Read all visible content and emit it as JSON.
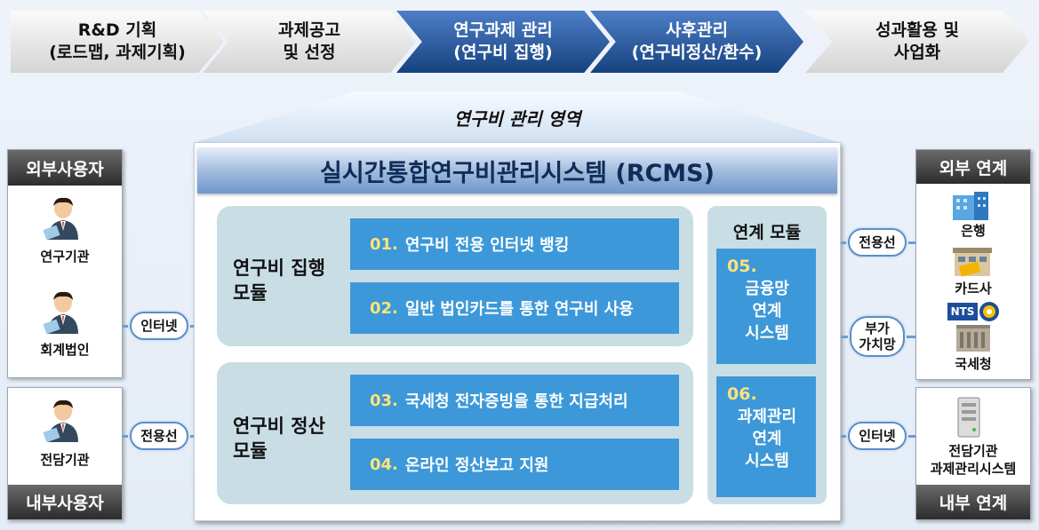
{
  "process_stages": [
    {
      "label": "R&D 기획\n(로드맵, 과제기획)",
      "active": false
    },
    {
      "label": "과제공고\n및 선정",
      "active": false
    },
    {
      "label": "연구과제 관리\n(연구비 집행)",
      "active": true
    },
    {
      "label": "사후관리\n(연구비정산/환수)",
      "active": true
    },
    {
      "label": "성과활용 및\n사업화",
      "active": false
    }
  ],
  "area_label": "연구비 관리 영역",
  "system_title": "실시간통합연구비관리시스템 (RCMS)",
  "execution_group": {
    "title": "연구비 집행\n모듈",
    "modules": [
      {
        "num": "01.",
        "text": "연구비 전용 인터넷 뱅킹"
      },
      {
        "num": "02.",
        "text": "일반 법인카드를 통한 연구비 사용"
      }
    ]
  },
  "settlement_group": {
    "title": "연구비 정산\n모듈",
    "modules": [
      {
        "num": "03.",
        "text": "국세청 전자증빙을 통한 지급처리"
      },
      {
        "num": "04.",
        "text": "온라인 정산보고 지원"
      }
    ]
  },
  "link_group": {
    "title": "연계 모듈",
    "modules": [
      {
        "num": "05.",
        "text": "금융망\n연계\n시스템"
      },
      {
        "num": "06.",
        "text": "과제관리\n연계\n시스템"
      }
    ]
  },
  "external_users": {
    "header": "외부사용자",
    "users": [
      "연구기관",
      "회계법인"
    ],
    "connector": "인터넷"
  },
  "internal_users": {
    "header": "내부사용자",
    "users": [
      "전담기관"
    ],
    "connector": "전용선"
  },
  "external_links": {
    "header": "외부 연계",
    "items": [
      "은행",
      "카드사",
      "국세청"
    ],
    "nts_logo": "NTS",
    "connectors": [
      "전용선",
      "부가\n가치망"
    ]
  },
  "internal_links": {
    "header": "내부 연계",
    "items": [
      "전담기관\n과제관리시스템"
    ],
    "connector": "인터넷"
  },
  "colors": {
    "active_stage": "#1f4f94",
    "module_blue": "#3c98d8",
    "group_bg": "#c9dde5",
    "header_dark": "#3a3a3a"
  }
}
